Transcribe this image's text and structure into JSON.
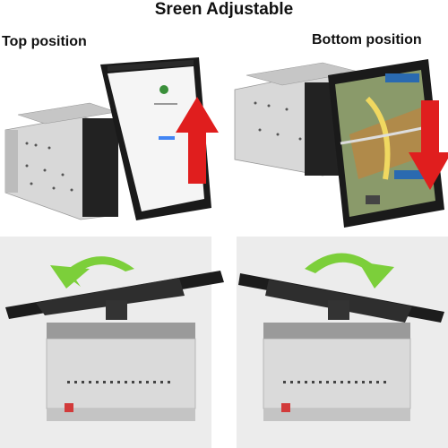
{
  "page": {
    "title": "Sreen Adjustable",
    "top_label": "Top position",
    "bottom_label": "Bottom position"
  },
  "colors": {
    "arrow_red": "#e01e1e",
    "arrow_green": "#7ccf3a",
    "panel_gray": "#ececec",
    "chassis_gray": "#cfcfcf",
    "screen_black": "#1a1a1a"
  }
}
